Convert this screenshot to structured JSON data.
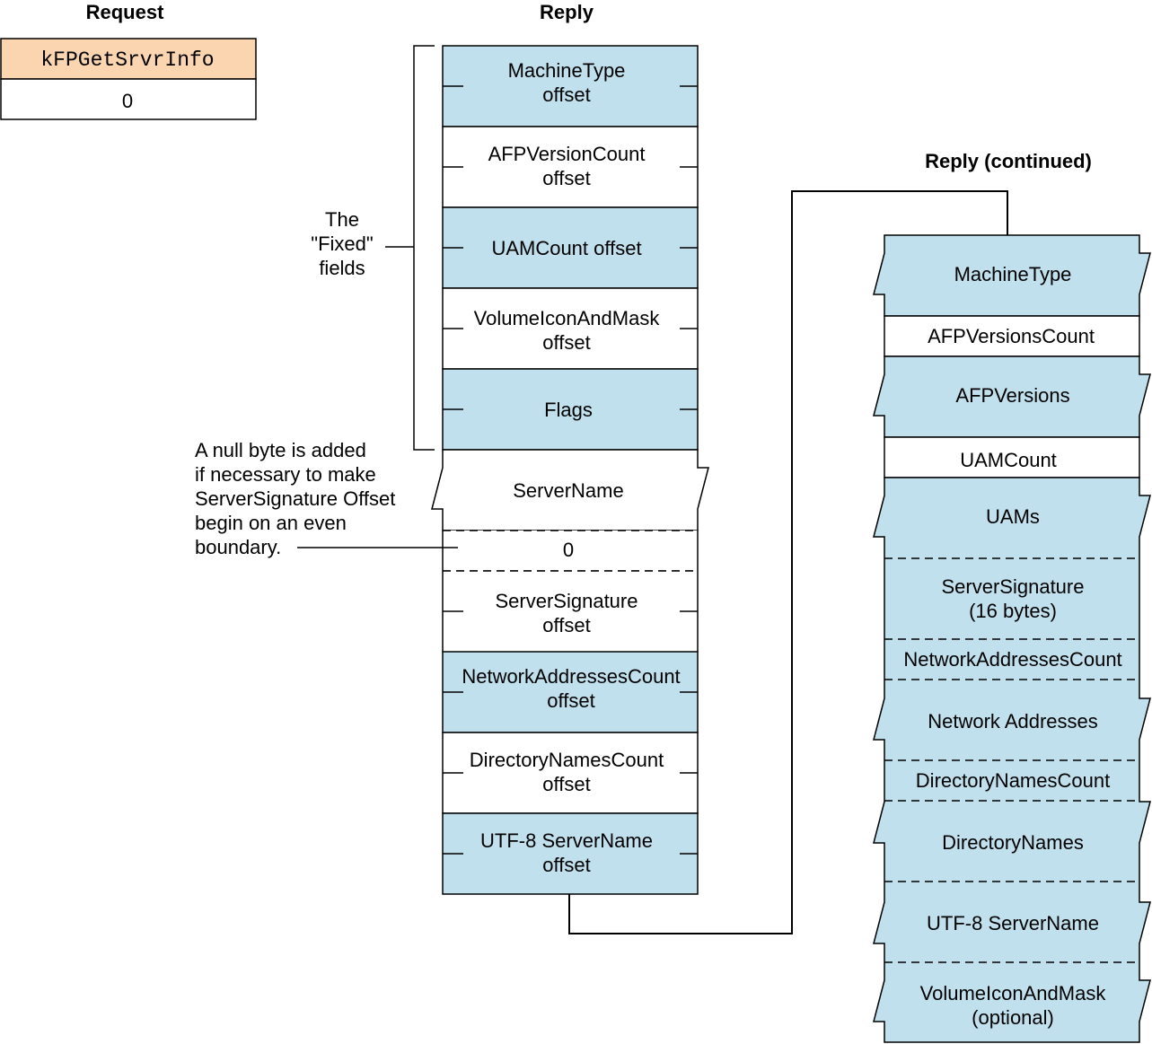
{
  "headers": {
    "request": "Request",
    "reply": "Reply",
    "reply_continued": "Reply (continued)"
  },
  "colors": {
    "blue_fill": "#bfe0ec",
    "command_fill": "#fbd5b0",
    "white_fill": "#ffffff",
    "stroke": "#000000"
  },
  "request": {
    "command": "kFPGetSrvrInfo",
    "pad": "0"
  },
  "reply": {
    "fields": [
      {
        "line1": "MachineType",
        "line2": "offset",
        "fill": "blue"
      },
      {
        "line1": "AFPVersionCount",
        "line2": "offset",
        "fill": "white"
      },
      {
        "line1": "UAMCount offset",
        "line2": "",
        "fill": "blue"
      },
      {
        "line1": "VolumeIconAndMask",
        "line2": "offset",
        "fill": "white"
      },
      {
        "line1": "Flags",
        "line2": "",
        "fill": "blue"
      },
      {
        "line1": "ServerName",
        "line2": "",
        "fill": "white"
      },
      {
        "line1": "0",
        "line2": "",
        "fill": "white"
      },
      {
        "line1": "ServerSignature",
        "line2": "offset",
        "fill": "white"
      },
      {
        "line1": "NetworkAddressesCount",
        "line2": "offset",
        "fill": "blue"
      },
      {
        "line1": "DirectoryNamesCount",
        "line2": "offset",
        "fill": "white"
      },
      {
        "line1": "UTF-8 ServerName",
        "line2": "offset",
        "fill": "blue"
      }
    ]
  },
  "fixed_note": {
    "line1": "The",
    "line2": "\"Fixed\"",
    "line3": "fields"
  },
  "null_note": {
    "line1": "A null byte is added",
    "line2": "if necessary to make",
    "line3": "ServerSignature Offset",
    "line4": "begin on an even",
    "line5": "boundary."
  },
  "continued": {
    "fields": [
      {
        "line1": "MachineType",
        "line2": "",
        "fill": "blue"
      },
      {
        "line1": "AFPVersionsCount",
        "line2": "",
        "fill": "white"
      },
      {
        "line1": "AFPVersions",
        "line2": "",
        "fill": "blue"
      },
      {
        "line1": "UAMCount",
        "line2": "",
        "fill": "white"
      },
      {
        "line1": "UAMs",
        "line2": "",
        "fill": "blue"
      },
      {
        "line1": "ServerSignature",
        "line2": "(16 bytes)",
        "fill": "blue"
      },
      {
        "line1": "NetworkAddressesCount",
        "line2": "",
        "fill": "blue"
      },
      {
        "line1": "Network Addresses",
        "line2": "",
        "fill": "blue"
      },
      {
        "line1": "DirectoryNamesCount",
        "line2": "",
        "fill": "blue"
      },
      {
        "line1": "DirectoryNames",
        "line2": "",
        "fill": "blue"
      },
      {
        "line1": "UTF-8 ServerName",
        "line2": "",
        "fill": "blue"
      },
      {
        "line1": "VolumeIconAndMask",
        "line2": "(optional)",
        "fill": "blue"
      }
    ]
  }
}
